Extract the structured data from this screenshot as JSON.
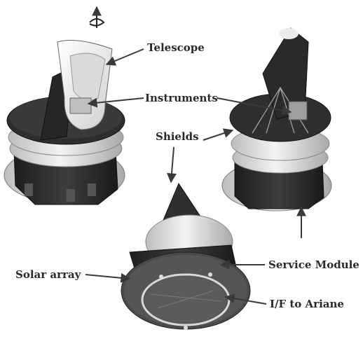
{
  "labels": {
    "telescope": "Telescope",
    "instruments": "Instruments",
    "shields": "Shields",
    "solar_array": "Solar array",
    "service_module": "Service Module",
    "interface_ariane": "I/F to Ariane"
  },
  "icons": {
    "rotation_axis": "spin-axis-arrow-icon"
  },
  "colors": {
    "arrow": "#3a3a3a",
    "text": "#2a2a2a",
    "shield_body": "#dcdcdc",
    "dark_body": "#2b2b2b",
    "white_body": "#f4f4f4"
  }
}
